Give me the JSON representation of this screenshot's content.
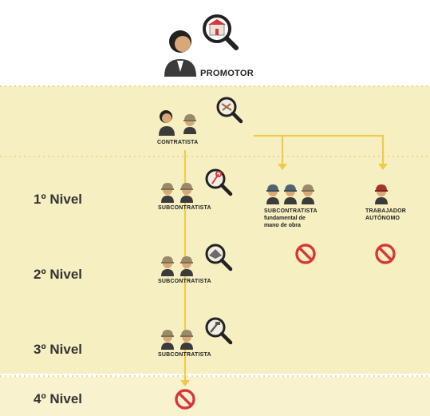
{
  "promotor": {
    "label": "PROMOTOR"
  },
  "contratista": {
    "label": "CONTRATISTA"
  },
  "levels": {
    "n1": {
      "label": "1º Nivel"
    },
    "n2": {
      "label": "2º Nivel"
    },
    "n3": {
      "label": "3º Nivel"
    },
    "n4": {
      "label": "4º Nivel"
    }
  },
  "nodes": {
    "sub1": {
      "label": "SUBCONTRATISTA"
    },
    "sub2": {
      "label": "SUBCONTRATISTA"
    },
    "sub3": {
      "label": "SUBCONTRATISTA"
    },
    "sub_mano": {
      "label": "SUBCONTRATISTA",
      "detail_1": "fundamental de",
      "detail_2": "mano de obra"
    },
    "trabajador": {
      "label_1": "TRABAJADOR",
      "label_2": "AUTÓNOMO"
    }
  },
  "colors": {
    "band": "#f6efc1",
    "connector": "#f2c94c",
    "prohibited": "#d6383c",
    "magnifier": "#222222"
  },
  "icons": {
    "promotor": "person-with-building-magnifier-icon",
    "contratista": "workers-with-tools-magnifier-icon",
    "sub1": "workers-with-wrench-magnifier-icon",
    "sub2": "workers-with-trowel-magnifier-icon",
    "sub3": "workers-with-tool-magnifier-icon",
    "prohibited": "prohibited-icon"
  }
}
